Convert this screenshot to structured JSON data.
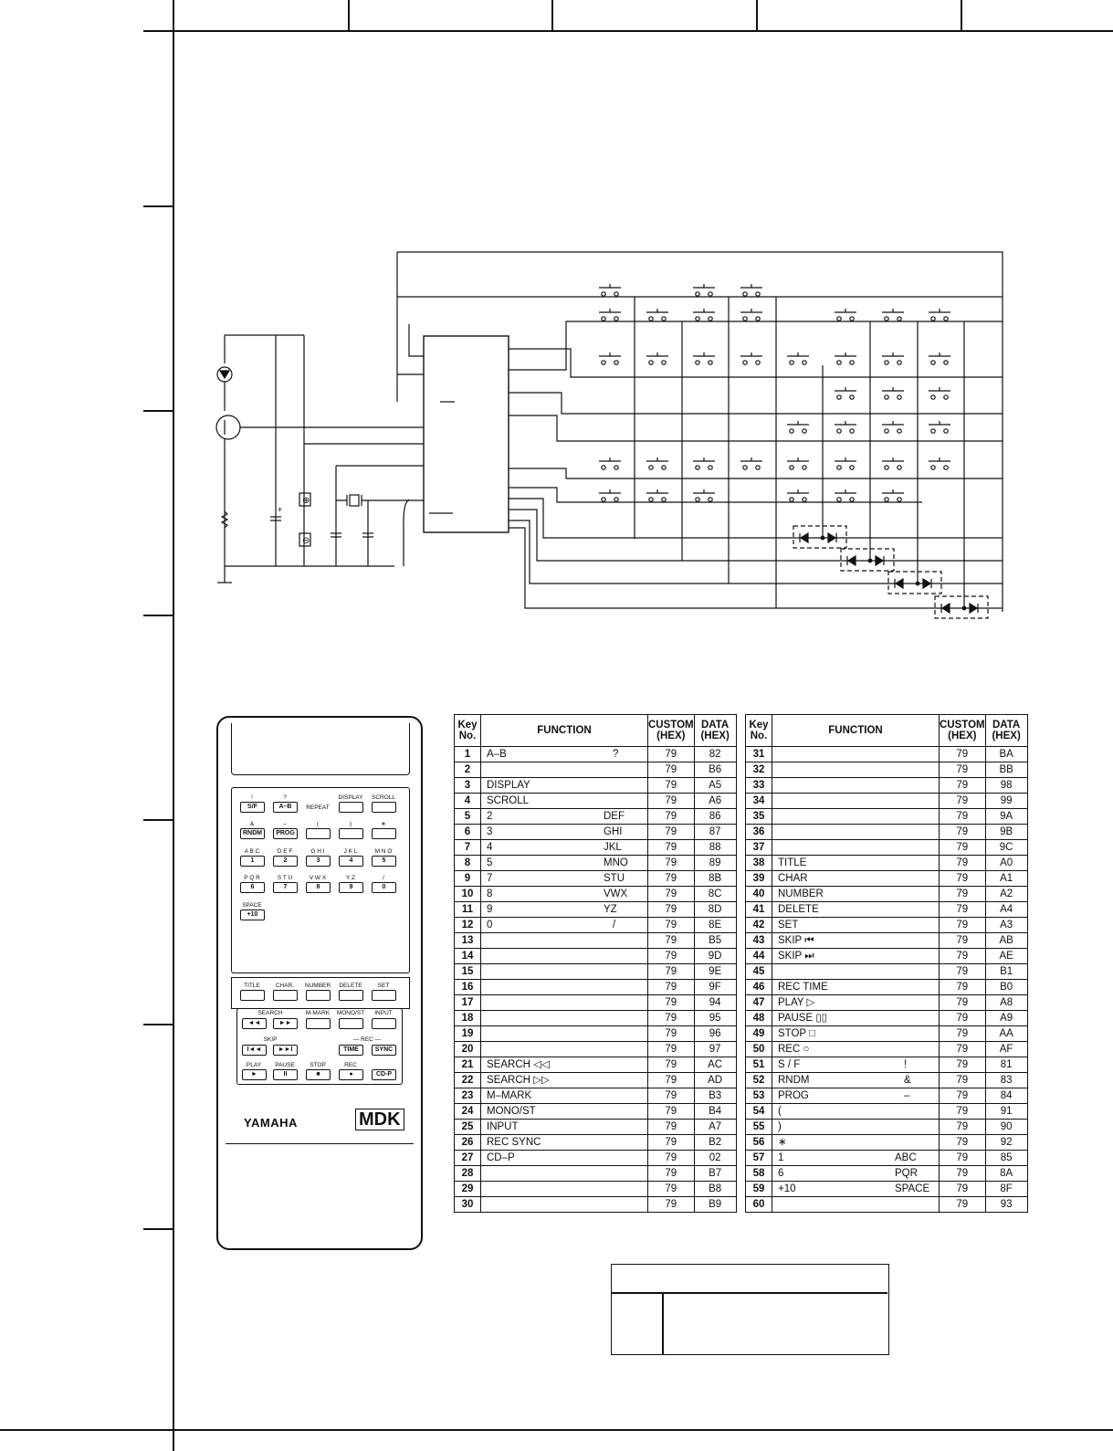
{
  "table_left": {
    "headers": {
      "key": "Key\nNo.",
      "function": "FUNCTION",
      "custom": "CUSTOM\n(HEX)",
      "data": "DATA\n(HEX)"
    },
    "rows": [
      {
        "key": "1",
        "function": "A–B",
        "extra": "?",
        "custom": "79",
        "data": "82"
      },
      {
        "key": "2",
        "function": "",
        "extra": "",
        "custom": "79",
        "data": "B6"
      },
      {
        "key": "3",
        "function": "DISPLAY",
        "extra": "",
        "custom": "79",
        "data": "A5"
      },
      {
        "key": "4",
        "function": "SCROLL",
        "extra": "",
        "custom": "79",
        "data": "A6"
      },
      {
        "key": "5",
        "function": "2",
        "extra": "DEF",
        "custom": "79",
        "data": "86"
      },
      {
        "key": "6",
        "function": "3",
        "extra": "GHI",
        "custom": "79",
        "data": "87"
      },
      {
        "key": "7",
        "function": "4",
        "extra": "JKL",
        "custom": "79",
        "data": "88"
      },
      {
        "key": "8",
        "function": "5",
        "extra": "MNO",
        "custom": "79",
        "data": "89"
      },
      {
        "key": "9",
        "function": "7",
        "extra": "STU",
        "custom": "79",
        "data": "8B"
      },
      {
        "key": "10",
        "function": "8",
        "extra": "VWX",
        "custom": "79",
        "data": "8C"
      },
      {
        "key": "11",
        "function": "9",
        "extra": "YZ",
        "custom": "79",
        "data": "8D"
      },
      {
        "key": "12",
        "function": "0",
        "extra": "/",
        "custom": "79",
        "data": "8E"
      },
      {
        "key": "13",
        "function": "",
        "extra": "",
        "custom": "79",
        "data": "B5"
      },
      {
        "key": "14",
        "function": "",
        "extra": "",
        "custom": "79",
        "data": "9D"
      },
      {
        "key": "15",
        "function": "",
        "extra": "",
        "custom": "79",
        "data": "9E"
      },
      {
        "key": "16",
        "function": "",
        "extra": "",
        "custom": "79",
        "data": "9F"
      },
      {
        "key": "17",
        "function": "",
        "extra": "",
        "custom": "79",
        "data": "94"
      },
      {
        "key": "18",
        "function": "",
        "extra": "",
        "custom": "79",
        "data": "95"
      },
      {
        "key": "19",
        "function": "",
        "extra": "",
        "custom": "79",
        "data": "96"
      },
      {
        "key": "20",
        "function": "",
        "extra": "",
        "custom": "79",
        "data": "97"
      },
      {
        "key": "21",
        "function": "SEARCH ◁◁",
        "extra": "",
        "custom": "79",
        "data": "AC"
      },
      {
        "key": "22",
        "function": "SEARCH ▷▷",
        "extra": "",
        "custom": "79",
        "data": "AD"
      },
      {
        "key": "23",
        "function": "M–MARK",
        "extra": "",
        "custom": "79",
        "data": "B3"
      },
      {
        "key": "24",
        "function": "MONO/ST",
        "extra": "",
        "custom": "79",
        "data": "B4"
      },
      {
        "key": "25",
        "function": "INPUT",
        "extra": "",
        "custom": "79",
        "data": "A7"
      },
      {
        "key": "26",
        "function": "REC SYNC",
        "extra": "",
        "custom": "79",
        "data": "B2"
      },
      {
        "key": "27",
        "function": "CD–P",
        "extra": "",
        "custom": "79",
        "data": "02"
      },
      {
        "key": "28",
        "function": "",
        "extra": "",
        "custom": "79",
        "data": "B7"
      },
      {
        "key": "29",
        "function": "",
        "extra": "",
        "custom": "79",
        "data": "B8"
      },
      {
        "key": "30",
        "function": "",
        "extra": "",
        "custom": "79",
        "data": "B9"
      }
    ]
  },
  "table_right": {
    "headers": {
      "key": "Key\nNo.",
      "function": "FUNCTION",
      "custom": "CUSTOM\n(HEX)",
      "data": "DATA\n(HEX)"
    },
    "rows": [
      {
        "key": "31",
        "function": "",
        "extra": "",
        "custom": "79",
        "data": "BA"
      },
      {
        "key": "32",
        "function": "",
        "extra": "",
        "custom": "79",
        "data": "BB"
      },
      {
        "key": "33",
        "function": "",
        "extra": "",
        "custom": "79",
        "data": "98"
      },
      {
        "key": "34",
        "function": "",
        "extra": "",
        "custom": "79",
        "data": "99"
      },
      {
        "key": "35",
        "function": "",
        "extra": "",
        "custom": "79",
        "data": "9A"
      },
      {
        "key": "36",
        "function": "",
        "extra": "",
        "custom": "79",
        "data": "9B"
      },
      {
        "key": "37",
        "function": "",
        "extra": "",
        "custom": "79",
        "data": "9C"
      },
      {
        "key": "38",
        "function": "TITLE",
        "extra": "",
        "custom": "79",
        "data": "A0"
      },
      {
        "key": "39",
        "function": "CHAR",
        "extra": "",
        "custom": "79",
        "data": "A1"
      },
      {
        "key": "40",
        "function": "NUMBER",
        "extra": "",
        "custom": "79",
        "data": "A2"
      },
      {
        "key": "41",
        "function": "DELETE",
        "extra": "",
        "custom": "79",
        "data": "A4"
      },
      {
        "key": "42",
        "function": "SET",
        "extra": "",
        "custom": "79",
        "data": "A3"
      },
      {
        "key": "43",
        "function": "SKIP ⏮",
        "extra": "",
        "custom": "79",
        "data": "AB"
      },
      {
        "key": "44",
        "function": "SKIP ⏭",
        "extra": "",
        "custom": "79",
        "data": "AE"
      },
      {
        "key": "45",
        "function": "",
        "extra": "",
        "custom": "79",
        "data": "B1"
      },
      {
        "key": "46",
        "function": "REC TIME",
        "extra": "",
        "custom": "79",
        "data": "B0"
      },
      {
        "key": "47",
        "function": "PLAY ▷",
        "extra": "",
        "custom": "79",
        "data": "A8"
      },
      {
        "key": "48",
        "function": "PAUSE ▯▯",
        "extra": "",
        "custom": "79",
        "data": "A9"
      },
      {
        "key": "49",
        "function": "STOP □",
        "extra": "",
        "custom": "79",
        "data": "AA"
      },
      {
        "key": "50",
        "function": "REC ○",
        "extra": "",
        "custom": "79",
        "data": "AF"
      },
      {
        "key": "51",
        "function": "S / F",
        "extra": "!",
        "custom": "79",
        "data": "81"
      },
      {
        "key": "52",
        "function": "RNDM",
        "extra": "&",
        "custom": "79",
        "data": "83"
      },
      {
        "key": "53",
        "function": "PROG",
        "extra": "–",
        "custom": "79",
        "data": "84"
      },
      {
        "key": "54",
        "function": "(",
        "extra": "",
        "custom": "79",
        "data": "91"
      },
      {
        "key": "55",
        "function": ")",
        "extra": "",
        "custom": "79",
        "data": "90"
      },
      {
        "key": "56",
        "function": "∗",
        "extra": "",
        "custom": "79",
        "data": "92"
      },
      {
        "key": "57",
        "function": "1",
        "extra": "ABC",
        "custom": "79",
        "data": "85"
      },
      {
        "key": "58",
        "function": "6",
        "extra": "PQR",
        "custom": "79",
        "data": "8A"
      },
      {
        "key": "59",
        "function": "+10",
        "extra": "SPACE",
        "custom": "79",
        "data": "8F"
      },
      {
        "key": "60",
        "function": "",
        "extra": "",
        "custom": "79",
        "data": "93"
      }
    ]
  },
  "remote": {
    "brand": "YAMAHA",
    "model_logo": "MDK",
    "row1": [
      {
        "top": "!",
        "btn": "S/F"
      },
      {
        "top": "?",
        "btn": "A–B"
      },
      {
        "top": "DISPLAY",
        "btn": ""
      },
      {
        "top": "SCROLL",
        "btn": ""
      }
    ],
    "repeat_label": "REPEAT",
    "row2": [
      {
        "top": "&",
        "btn": "RNDM"
      },
      {
        "top": "–",
        "btn": "PROG"
      },
      {
        "top": "(",
        "btn": ""
      },
      {
        "top": ")",
        "btn": ""
      },
      {
        "top": "∗",
        "btn": ""
      }
    ],
    "row3": [
      {
        "top": "A B C",
        "btn": "1"
      },
      {
        "top": "D E F",
        "btn": "2"
      },
      {
        "top": "G H I",
        "btn": "3"
      },
      {
        "top": "J K L",
        "btn": "4"
      },
      {
        "top": "M N O",
        "btn": "5"
      }
    ],
    "row4": [
      {
        "top": "P Q R",
        "btn": "6"
      },
      {
        "top": "S T U",
        "btn": "7"
      },
      {
        "top": "V W X",
        "btn": "8"
      },
      {
        "top": "Y Z",
        "btn": "9"
      },
      {
        "top": "/",
        "btn": "0"
      }
    ],
    "row5": [
      {
        "top": "SPACE",
        "btn": "+10"
      }
    ],
    "row6": [
      {
        "top": "TITLE",
        "btn": ""
      },
      {
        "top": "CHAR.",
        "btn": ""
      },
      {
        "top": "NUMBER",
        "btn": ""
      },
      {
        "top": "DELETE",
        "btn": ""
      },
      {
        "top": "SET",
        "btn": ""
      }
    ],
    "search_label": "SEARCH",
    "skip_label": "SKIP",
    "rec_label": "— REC —",
    "mmark": "M-MARK",
    "monost": "MONO/ST",
    "input": "INPUT",
    "transport": [
      {
        "top": "PLAY",
        "btn": "►"
      },
      {
        "top": "PAUSE",
        "btn": "II"
      },
      {
        "top": "STOP",
        "btn": "■"
      },
      {
        "top": "REC",
        "btn": "●"
      }
    ],
    "time": "TIME",
    "sync": "SYNC",
    "cdp": "CD-P",
    "search_btns": [
      "◄◄",
      "►►"
    ],
    "skip_btns": [
      "I◄◄",
      "►►I"
    ]
  },
  "schematic": {
    "battery_plus": "⊕",
    "battery_minus": "⊖",
    "cap_polarity": "+"
  }
}
